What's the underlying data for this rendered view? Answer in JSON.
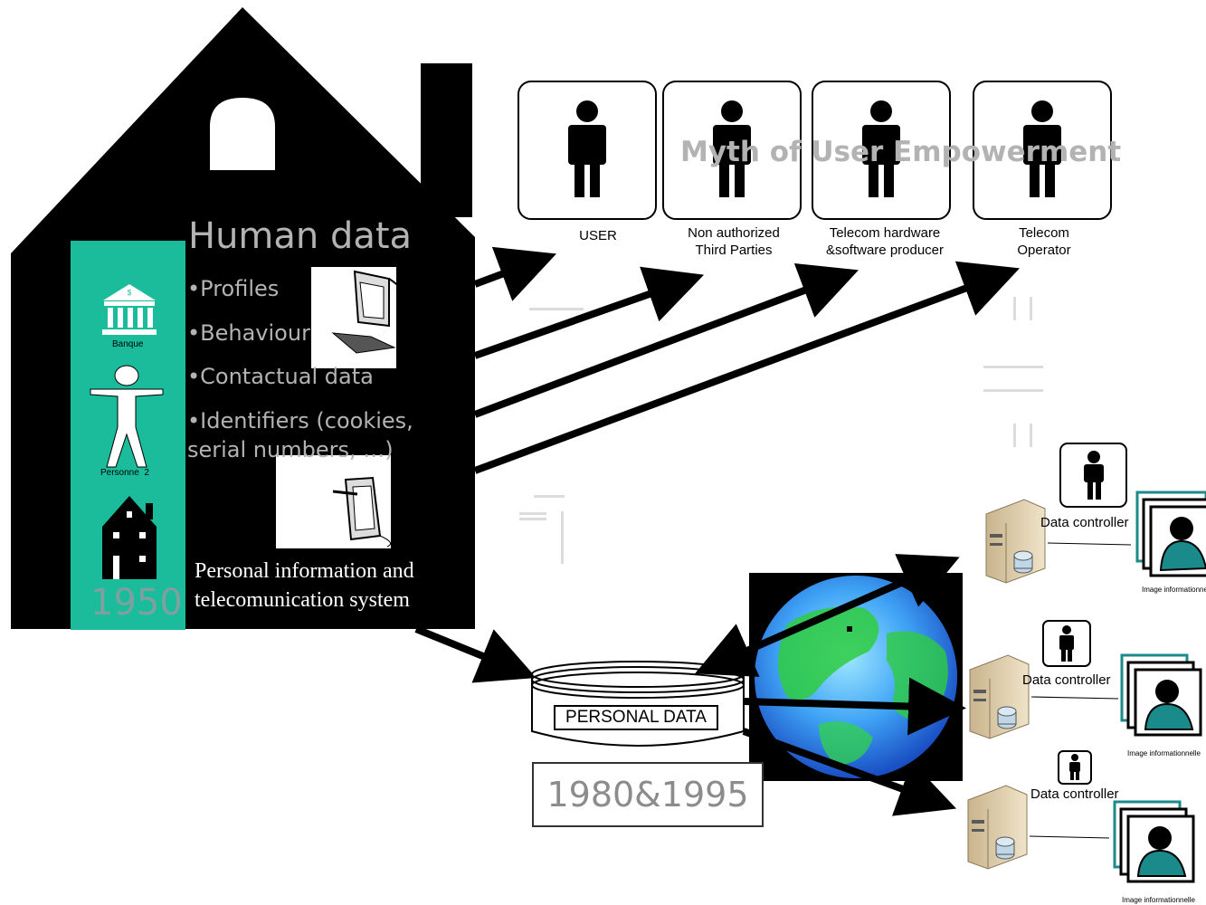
{
  "house": {
    "title": "Human data",
    "bullets": [
      "•Profiles",
      "•Behaviour",
      "•Contactual data",
      "•Identifiers (cookies,",
      "serial numbers, …)"
    ],
    "system_label_line1": "Personal information and",
    "system_label_line2": "telecomunication system",
    "sidebar": {
      "bank_label": "Banque",
      "person_label": "Personne",
      "person_number": "2",
      "year": "1950"
    }
  },
  "actors": {
    "title": "Myth of User Empowerment",
    "items": [
      {
        "line1": "USER",
        "line2": ""
      },
      {
        "line1": "Non authorized",
        "line2": "Third Parties"
      },
      {
        "line1": "Telecom hardware",
        "line2": "&software producer"
      },
      {
        "line1": "Telecom",
        "line2": "Operator"
      }
    ]
  },
  "database": {
    "label": "PERSONAL DATA",
    "years": "1980&1995"
  },
  "controllers": [
    {
      "label": "Data controller",
      "image_label": "Image informationne"
    },
    {
      "label": "Data controller",
      "image_label": "Image informationnelle"
    },
    {
      "label": "Data controller",
      "image_label": "Image informationnelle"
    }
  ],
  "colors": {
    "house": "#000000",
    "sidebar": "#1abc9c",
    "muted_text": "#b3b3b3",
    "globe_ocean": "#3a8cf0",
    "globe_land": "#2ecc40"
  }
}
